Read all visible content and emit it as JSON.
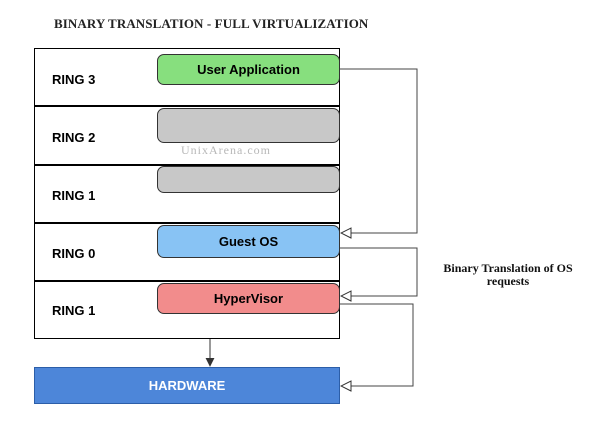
{
  "title": "BINARY TRANSLATION - FULL VIRTUALIZATION",
  "rings": [
    {
      "label": "RING 3",
      "box_label": "User Application",
      "box_color": "#87df7e"
    },
    {
      "label": "RING 2",
      "box_label": "",
      "box_color": "#c8c8c8"
    },
    {
      "label": "RING 1",
      "box_label": "",
      "box_color": "#c8c8c8"
    },
    {
      "label": "RING 0",
      "box_label": "Guest OS",
      "box_color": "#88c3f4"
    },
    {
      "label": "RING 1",
      "box_label": "HyperVisor",
      "box_color": "#f28c8c"
    }
  ],
  "hardware": {
    "label": "HARDWARE",
    "color": "#4d86d9"
  },
  "watermark": "UnixArena.com",
  "annotation": {
    "line1": "Binary Translation of OS",
    "line2": "requests"
  }
}
